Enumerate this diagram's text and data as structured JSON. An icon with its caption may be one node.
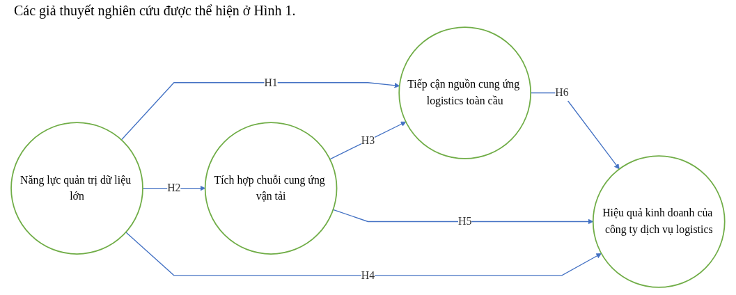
{
  "diagram": {
    "nodes": [
      {
        "text": [
          "Năng lực quản trị dữ liệu lớn"
        ]
      },
      {
        "text": [
          "Tích hợp chuỗi cung ứng vận tải"
        ]
      },
      {
        "text": [
          "Tiếp cận nguồn cung ứng logistics toàn cầu"
        ]
      },
      {
        "text": [
          "Hiệu quả kinh doanh của công ty dịch vụ logistics"
        ]
      }
    ],
    "edges": [
      {
        "from": 0,
        "to": 2,
        "arrow": "to",
        "label": "H1"
      },
      {
        "from": 0,
        "to": 1,
        "arrow": "to",
        "label": "H2"
      },
      {
        "from": 1,
        "to": 2,
        "arrow": "to",
        "label": "H3"
      },
      {
        "from": 0,
        "to": 3,
        "arrow": "to",
        "label": "H4"
      },
      {
        "from": 1,
        "to": 3,
        "arrow": "to",
        "label": "H5"
      },
      {
        "from": 2,
        "to": 3,
        "arrow": "to",
        "label": "H6"
      }
    ],
    "labels": [
      "Các giả thuyết nghiên cứu được thể hiện ở Hình 1."
    ]
  }
}
